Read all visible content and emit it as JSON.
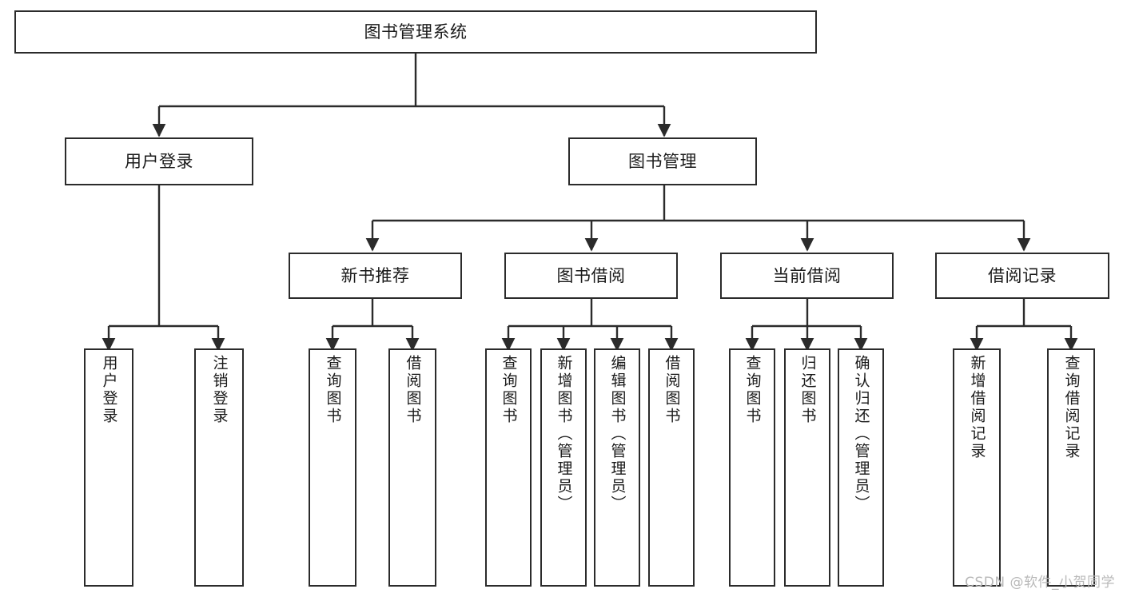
{
  "diagram": {
    "title": "图书管理系统",
    "type": "hierarchy-tree",
    "line_color": "#2b2b2b",
    "box_fill": "#ffffff",
    "text_color": "#1a1a1a",
    "watermark": "CSDN @软件_小贺同学",
    "nodes": {
      "root": {
        "label": "图书管理系统"
      },
      "level2": [
        {
          "id": "user-login",
          "label": "用户登录"
        },
        {
          "id": "book-manage",
          "label": "图书管理"
        }
      ],
      "level3": [
        {
          "id": "new-book-recommend",
          "label": "新书推荐"
        },
        {
          "id": "book-borrow",
          "label": "图书借阅"
        },
        {
          "id": "current-borrow",
          "label": "当前借阅"
        },
        {
          "id": "borrow-record",
          "label": "借阅记录"
        }
      ],
      "leaves": {
        "user_login": [
          {
            "id": "leaf-user-login",
            "label": "用户登录"
          },
          {
            "id": "leaf-user-logout",
            "label": "注销登录"
          }
        ],
        "new_book_recommend": [
          {
            "id": "leaf-query-book-1",
            "label": "查询图书"
          },
          {
            "id": "leaf-borrow-book-1",
            "label": "借阅图书"
          }
        ],
        "book_borrow": [
          {
            "id": "leaf-query-book-2",
            "label": "查询图书"
          },
          {
            "id": "leaf-add-book",
            "label": "新增图书（管理员）"
          },
          {
            "id": "leaf-edit-book",
            "label": "编辑图书（管理员）"
          },
          {
            "id": "leaf-borrow-book-2",
            "label": "借阅图书"
          }
        ],
        "current_borrow": [
          {
            "id": "leaf-query-book-3",
            "label": "查询图书"
          },
          {
            "id": "leaf-return-book",
            "label": "归还图书"
          },
          {
            "id": "leaf-confirm-return",
            "label": "确认归还（管理员）"
          }
        ],
        "borrow_record": [
          {
            "id": "leaf-add-record",
            "label": "新增借阅记录"
          },
          {
            "id": "leaf-query-record",
            "label": "查询借阅记录"
          }
        ]
      }
    }
  }
}
